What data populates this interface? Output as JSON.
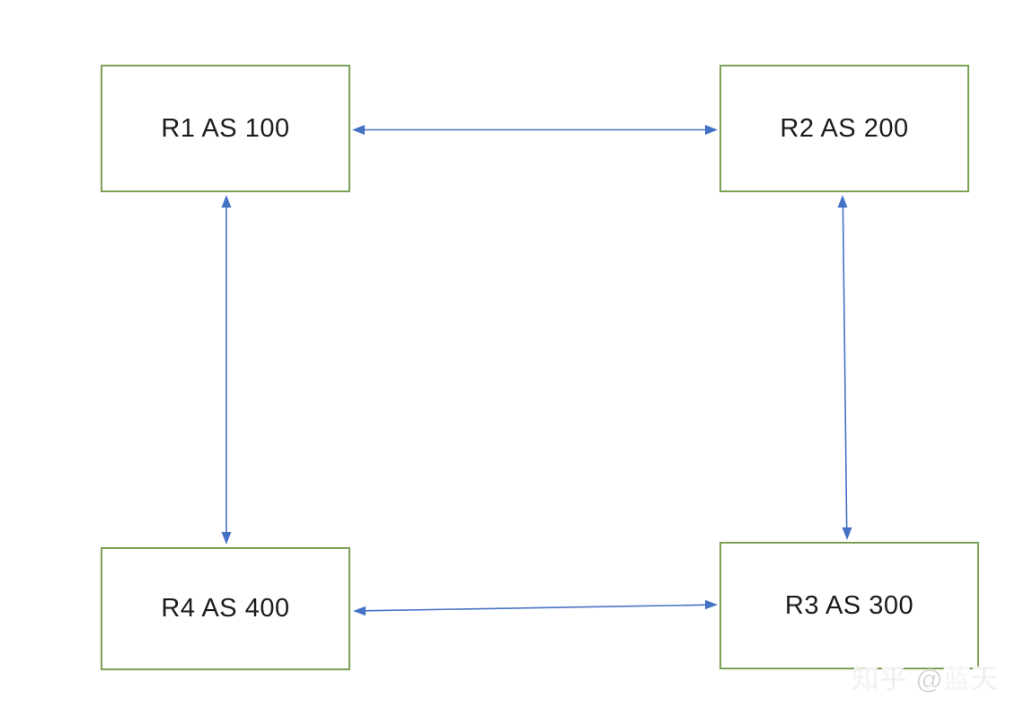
{
  "diagram": {
    "type": "network-topology",
    "nodes": [
      {
        "id": "R1",
        "label": "R1 AS 100"
      },
      {
        "id": "R2",
        "label": "R2 AS 200"
      },
      {
        "id": "R3",
        "label": "R3 AS 300"
      },
      {
        "id": "R4",
        "label": "R4 AS 400"
      }
    ],
    "edges": [
      {
        "from": "R1",
        "to": "R2",
        "bidirectional": true
      },
      {
        "from": "R2",
        "to": "R3",
        "bidirectional": true
      },
      {
        "from": "R4",
        "to": "R3",
        "bidirectional": true
      },
      {
        "from": "R1",
        "to": "R4",
        "bidirectional": true
      }
    ],
    "colors": {
      "node_border": "#7aa155",
      "node_fill": "#ffffff",
      "arrow": "#4472c4",
      "label_text": "#1b1b1b"
    }
  },
  "watermark": {
    "text": "知乎 @蓝天"
  }
}
